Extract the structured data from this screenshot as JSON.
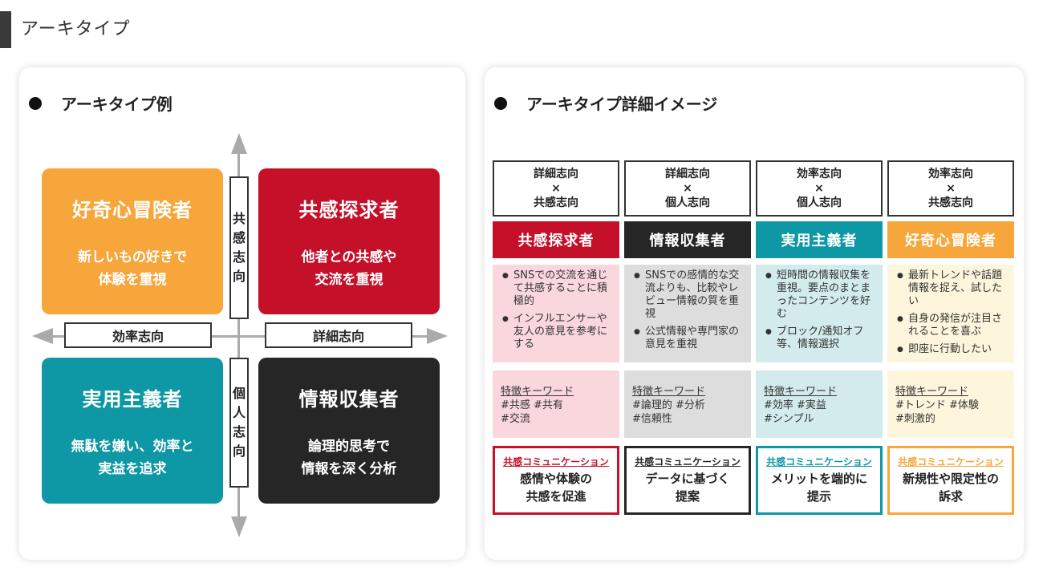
{
  "page": {
    "title": "アーキタイプ"
  },
  "left_panel": {
    "heading": "アーキタイプ例",
    "axes": {
      "top": [
        "共",
        "感",
        "志",
        "向"
      ],
      "bottom": [
        "個",
        "人",
        "志",
        "向"
      ],
      "left": "効率志向",
      "right": "詳細志向"
    },
    "quadrants": {
      "top_left": {
        "title": "好奇心冒険者",
        "desc": "新しいもの好きで\n体験を重視"
      },
      "top_right": {
        "title": "共感探求者",
        "desc": "他者との共感や\n交流を重視"
      },
      "bottom_left": {
        "title": "実用主義者",
        "desc": "無駄を嫌い、効率と\n実益を追求"
      },
      "bottom_right": {
        "title": "情報収集者",
        "desc": "論理的思考で\n情報を深く分析"
      }
    }
  },
  "right_panel": {
    "heading": "アーキタイプ詳細イメージ",
    "columns": [
      {
        "axis1": "詳細志向",
        "cross": "×",
        "axis2": "共感志向",
        "type": "共感探求者",
        "bullets": [
          "SNSでの交流を通じて共感することに積極的",
          "インフルエンサーや友人の意見を参考にする"
        ],
        "kw_label": "特徴キーワード",
        "kw_line1": "#共感 #共有",
        "kw_line2": "#交流",
        "comm_label": "共感コミュニケーション",
        "comm_text": "感情や体験の\n共感を促進",
        "color": "#c5102a",
        "bullet_bg": "#f9d7dc",
        "kw_bg": "#f9d7dc"
      },
      {
        "axis1": "詳細志向",
        "cross": "×",
        "axis2": "個人志向",
        "type": "情報収集者",
        "bullets": [
          "SNSでの感情的な交流よりも、比較やレビュー情報の質を重視",
          "公式情報や専門家の意見を重視"
        ],
        "kw_label": "特徴キーワード",
        "kw_line1": "#論理的 #分析",
        "kw_line2": "#信頼性",
        "comm_label": "共感コミュニケーション",
        "comm_text": "データに基づく\n提案",
        "color": "#262626",
        "bullet_bg": "#dddddd",
        "kw_bg": "#dddddd"
      },
      {
        "axis1": "効率志向",
        "cross": "×",
        "axis2": "個人志向",
        "type": "実用主義者",
        "bullets": [
          "短時間の情報収集を重視。要点のまとまったコンテンツを好む",
          "ブロック/通知オフ等、情報選択"
        ],
        "kw_label": "特徴キーワード",
        "kw_line1": "#効率 #実益",
        "kw_line2": "#シンプル",
        "comm_label": "共感コミュニケーション",
        "comm_text": "メリットを端的に\n提示",
        "color": "#0e97a4",
        "bullet_bg": "#d3ebec",
        "kw_bg": "#d3ebec"
      },
      {
        "axis1": "効率志向",
        "cross": "×",
        "axis2": "共感志向",
        "type": "好奇心冒険者",
        "bullets": [
          "最新トレンドや話題情報を捉え、試したい",
          "自身の発信が注目されることを喜ぶ",
          "即座に行動したい"
        ],
        "kw_label": "特徴キーワード",
        "kw_line1": "#トレンド #体験",
        "kw_line2": "#刺激的",
        "comm_label": "共感コミュニケーション",
        "comm_text": "新規性や限定性の\n訴求",
        "color": "#f6a63a",
        "bullet_bg": "#fdf6dc",
        "kw_bg": "#fdf6dc"
      }
    ]
  }
}
